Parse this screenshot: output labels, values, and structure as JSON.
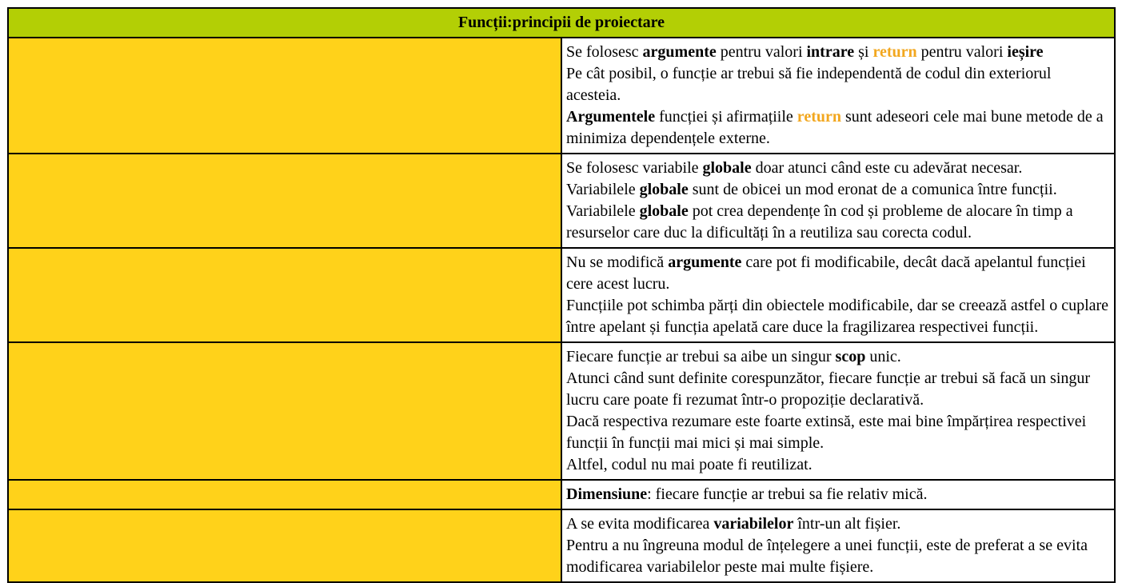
{
  "title": "Funcții:principii de proiectare",
  "colors": {
    "header_bg": "#b3cf05",
    "marker": "#ffd21a",
    "keyword": "#f2a71f"
  },
  "rows": [
    {
      "lines": [
        [
          {
            "t": "Se folosesc "
          },
          {
            "t": "argumente",
            "b": true
          },
          {
            "t": " pentru valori "
          },
          {
            "t": "intrare",
            "b": true
          },
          {
            "t": " și "
          },
          {
            "t": "return",
            "kw": true
          },
          {
            "t": " pentru valori "
          },
          {
            "t": "ieșire",
            "b": true
          }
        ],
        [
          {
            "t": "Pe cât posibil, o funcție ar trebui să fie independentă de codul din exteriorul acesteia."
          }
        ],
        [
          {
            "t": "Argumentele",
            "b": true
          },
          {
            "t": " funcției și afirmațiile "
          },
          {
            "t": "return",
            "kw": true
          },
          {
            "t": " sunt adeseori cele mai bune metode de a minimiza dependențele externe."
          }
        ]
      ]
    },
    {
      "lines": [
        [
          {
            "t": "Se folosesc variabile "
          },
          {
            "t": "globale",
            "b": true
          },
          {
            "t": " doar atunci când este cu adevărat necesar."
          }
        ],
        [
          {
            "t": "Variabilele "
          },
          {
            "t": "globale",
            "b": true
          },
          {
            "t": " sunt de obicei un mod eronat de a comunica între funcții."
          }
        ],
        [
          {
            "t": "Variabilele "
          },
          {
            "t": "globale",
            "b": true
          },
          {
            "t": " pot crea dependențe în cod și probleme de alocare în timp a resurselor care duc la dificultăți în a reutiliza sau corecta codul."
          }
        ]
      ]
    },
    {
      "lines": [
        [
          {
            "t": "Nu se modifică "
          },
          {
            "t": "argumente",
            "b": true
          },
          {
            "t": " care pot fi modificabile, decât dacă apelantul funcției cere acest lucru."
          }
        ],
        [
          {
            "t": "Funcțiile pot schimba părți din obiectele modificabile, dar se creează astfel o cuplare între apelant și funcția apelată care duce la fragilizarea respectivei funcții."
          }
        ]
      ]
    },
    {
      "lines": [
        [
          {
            "t": "Fiecare funcție ar trebui sa aibe un singur "
          },
          {
            "t": "scop",
            "b": true
          },
          {
            "t": " unic."
          }
        ],
        [
          {
            "t": "Atunci când sunt definite corespunzător, fiecare funcție ar trebui să facă un singur lucru care poate fi rezumat într-o propoziție declarativă."
          }
        ],
        [
          {
            "t": "Dacă respectiva rezumare este foarte extinsă, este mai bine împărțirea respectivei funcții în funcții mai mici și mai simple."
          }
        ],
        [
          {
            "t": "Altfel, codul nu mai poate fi reutilizat."
          }
        ]
      ]
    },
    {
      "lines": [
        [
          {
            "t": "Dimensiune",
            "b": true
          },
          {
            "t": ": fiecare funcție ar trebui sa fie relativ mică."
          }
        ]
      ]
    },
    {
      "lines": [
        [
          {
            "t": "A se evita modificarea "
          },
          {
            "t": "variabilelor",
            "b": true
          },
          {
            "t": " într-un alt fișier."
          }
        ],
        [
          {
            "t": "Pentru a nu îngreuna modul de înțelegere a unei funcții, este de preferat a se evita modificarea variabilelor peste mai multe fișiere."
          }
        ]
      ]
    }
  ]
}
